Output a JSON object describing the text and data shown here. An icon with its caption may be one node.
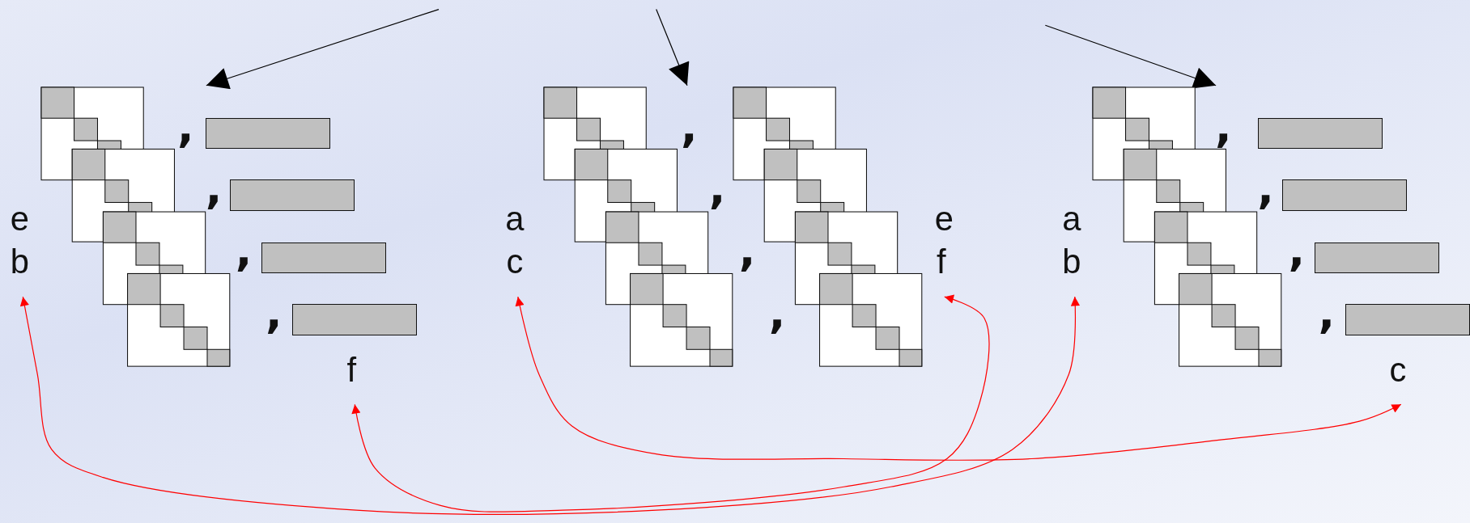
{
  "diagram": {
    "nodes": [
      {
        "text": [],
        "shape": "picture"
      },
      {
        "text": [],
        "shape": "picture"
      },
      {
        "text": [],
        "shape": "picture"
      },
      {
        "text": [],
        "shape": "picture"
      },
      {
        "text": [
          "b"
        ]
      },
      {
        "text": [
          "f"
        ]
      },
      {
        "text": [
          "c"
        ]
      },
      {
        "text": [
          "f"
        ]
      },
      {
        "text": [
          "b"
        ]
      },
      {
        "text": [
          "c"
        ]
      },
      {
        "text": [],
        "shape": "bar"
      },
      {
        "text": [],
        "shape": "bar"
      },
      {
        "text": [],
        "shape": "bar"
      },
      {
        "text": [],
        "shape": "bar"
      },
      {
        "text": [],
        "shape": "bar"
      },
      {
        "text": [],
        "shape": "bar"
      },
      {
        "text": [],
        "shape": "bar"
      },
      {
        "text": [],
        "shape": "bar"
      }
    ],
    "edges": [
      {
        "from": null,
        "to": 0,
        "arrow": "to",
        "color": "#000000"
      },
      {
        "from": null,
        "to": 1,
        "arrow": "to",
        "color": "#000000"
      },
      {
        "from": null,
        "to": 3,
        "arrow": "to",
        "color": "#000000"
      },
      {
        "from": 4,
        "to": 8,
        "arrow": "both",
        "color": "#ff0000"
      },
      {
        "from": 5,
        "to": 7,
        "arrow": "both",
        "color": "#ff0000"
      },
      {
        "from": 6,
        "to": 9,
        "arrow": "both",
        "color": "#ff0000"
      }
    ],
    "labels": [
      ",",
      ",",
      ",",
      "e",
      ",",
      "a",
      ",",
      "e",
      "a",
      ",",
      ",",
      ",",
      ",",
      ",",
      ",",
      ","
    ]
  }
}
